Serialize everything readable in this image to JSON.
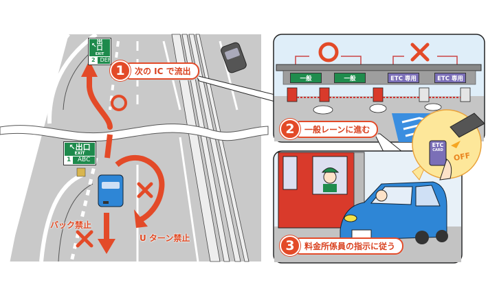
{
  "steps": [
    {
      "number": "1",
      "text": "次の IC で流出"
    },
    {
      "number": "2",
      "text": "一般レーンに進む"
    },
    {
      "number": "3",
      "text": "料金所係員の指示に従う"
    }
  ],
  "road_signs": [
    {
      "top": "出口",
      "exit": "EXIT",
      "number": "2",
      "name": "DEF"
    },
    {
      "top": "出口",
      "exit": "EXIT",
      "number": "1",
      "name": "ABC"
    }
  ],
  "prohibitions": {
    "back": "バック禁止",
    "uturn": "U ターン禁止"
  },
  "marks": {
    "ok": "○",
    "ng": "×"
  },
  "toll_gate": {
    "lanes": [
      {
        "label": "一般",
        "type": "general"
      },
      {
        "label": "一般",
        "type": "general"
      },
      {
        "label": "ETC 専用",
        "type": "etc"
      },
      {
        "label": "ETC 専用",
        "type": "etc"
      }
    ],
    "general_mark": "○",
    "etc_mark": "×"
  },
  "etc_card": {
    "line1": "ETC",
    "line2": "CARD",
    "status": "OFF"
  },
  "colors": {
    "accent_red": "#e34a28",
    "road_gray": "#c8c8c8",
    "sign_green": "#1e8a4c",
    "etc_purple": "#7b6fb7",
    "car_blue": "#2e86d6",
    "booth_red": "#d93a2b"
  }
}
